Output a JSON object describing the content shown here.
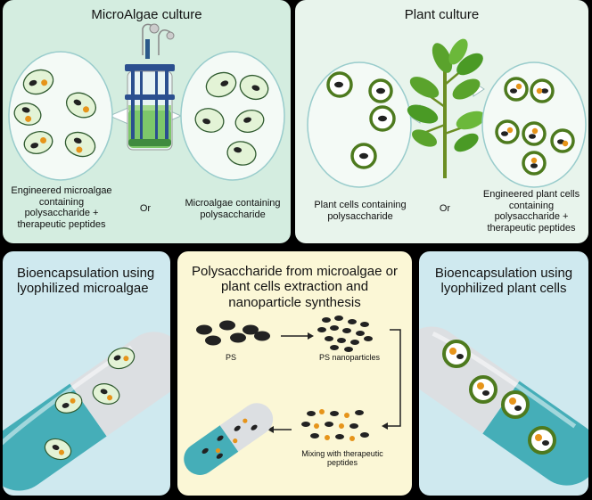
{
  "colors": {
    "panel_green": "#d4ede0",
    "panel_mint": "#e8f4ec",
    "panel_blue": "#cfe9ef",
    "panel_yellow": "#fbf7d6",
    "cell_fill": "#e3f3d6",
    "plant_ring": "#4d7a1e",
    "therapeutic_dot": "#e6941a",
    "polysaccharide": "#222222"
  },
  "microalgae_panel": {
    "title": "MicroAlgae culture",
    "left_label": "Engineered microalgae containing polysaccharide + therapeutic peptides",
    "or_label": "Or",
    "right_label": "Microalgae containing polysaccharide"
  },
  "plant_panel": {
    "title": "Plant culture",
    "left_label": "Plant cells containing polysaccharide",
    "or_label": "Or",
    "right_label": "Engineered plant cells containing polysaccharide + therapeutic peptides"
  },
  "bio_algae_panel": {
    "title": "Bioencapsulation using lyophilized microalgae"
  },
  "ps_panel": {
    "title": "Polysaccharide from microalgae or plant cells extraction and nanoparticle synthesis",
    "ps_label": "PS",
    "nano_label": "PS nanoparticles",
    "mixing_label": "Mixing with therapeutic peptides"
  },
  "bio_plant_panel": {
    "title": "Bioencapsulation using lyophilized plant cells"
  }
}
